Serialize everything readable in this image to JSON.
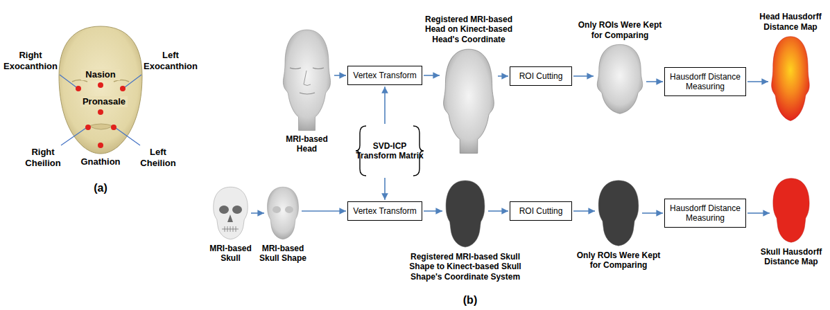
{
  "diagram": {
    "nodes": [
      {
        "text": [
          "MRI-based Head"
        ]
      },
      {
        "text": [
          "Vertex Transform"
        ]
      },
      {
        "text": [
          "Registered MRI-based Head on Kinect-based Head's Coordinate"
        ]
      },
      {
        "text": [
          "ROI Cutting"
        ]
      },
      {
        "text": [
          "Only ROIs Were Kept for Comparing"
        ]
      },
      {
        "text": [
          "Hausdorff Distance Measuring"
        ]
      },
      {
        "text": [
          "Head Hausdorff Distance Map"
        ]
      },
      {
        "text": [
          "SVD-ICP Transform Matrix"
        ]
      },
      {
        "text": [
          "MRI-based Skull"
        ]
      },
      {
        "text": [
          "MRI-based Skull Shape"
        ]
      },
      {
        "text": [
          "Vertex Transform"
        ]
      },
      {
        "text": [
          "Registered MRI-based Skull Shape to Kinect-based Skull Shape's Coordinate System"
        ]
      },
      {
        "text": [
          "ROI Cutting"
        ]
      },
      {
        "text": [
          "Only ROIs Were Kept for Comparing"
        ]
      },
      {
        "text": [
          "Hausdorff Distance Measuring"
        ]
      },
      {
        "text": [
          "Skull Hausdorff Distance Map"
        ]
      }
    ],
    "edges": [
      {
        "from": 0,
        "to": 1,
        "arrow": "to"
      },
      {
        "from": 1,
        "to": 2,
        "arrow": "to"
      },
      {
        "from": 2,
        "to": 3,
        "arrow": "to"
      },
      {
        "from": 3,
        "to": 4,
        "arrow": "to"
      },
      {
        "from": 4,
        "to": 5,
        "arrow": "to"
      },
      {
        "from": 5,
        "to": 6,
        "arrow": "to"
      },
      {
        "from": 7,
        "to": 1,
        "arrow": "to"
      },
      {
        "from": 7,
        "to": 10,
        "arrow": "to"
      },
      {
        "from": 8,
        "to": 9,
        "arrow": "to"
      },
      {
        "from": 9,
        "to": 10,
        "arrow": "to"
      },
      {
        "from": 10,
        "to": 11,
        "arrow": "to"
      },
      {
        "from": 11,
        "to": 12,
        "arrow": "to"
      },
      {
        "from": 12,
        "to": 13,
        "arrow": "to"
      },
      {
        "from": 13,
        "to": 14,
        "arrow": "to"
      },
      {
        "from": 14,
        "to": 15,
        "arrow": "to"
      }
    ],
    "labels": [
      "Right Exocanthion",
      "Nasion",
      "Left Exocanthion",
      "Pronasale",
      "Right Cheilion",
      "Gnathion",
      "Left Cheilion",
      "(a)",
      "(b)"
    ]
  }
}
